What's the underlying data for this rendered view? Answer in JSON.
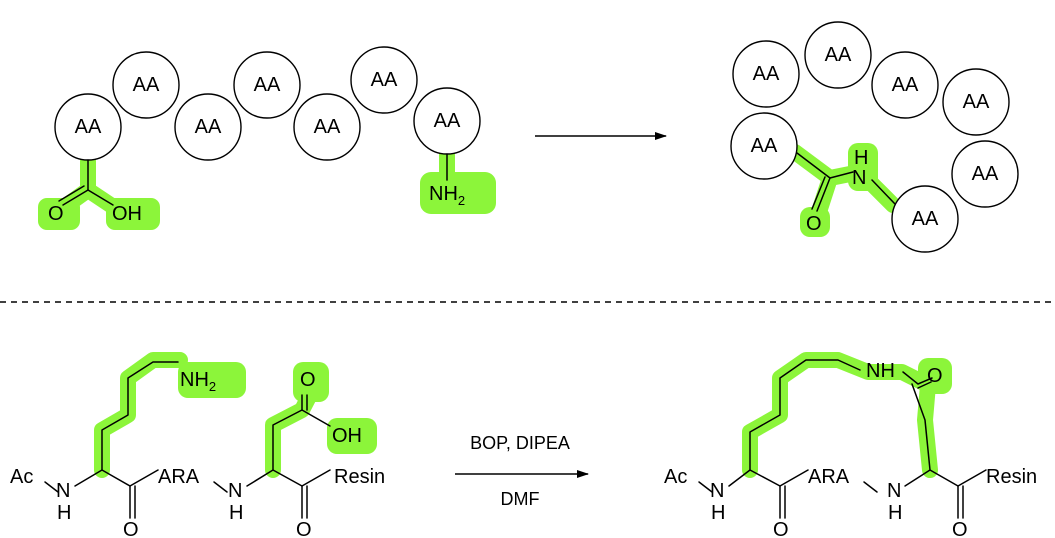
{
  "colors": {
    "highlight": "#8cf53a",
    "line": "#000000"
  },
  "top": {
    "residue_label": "AA",
    "carboxyl_oxygen": "O",
    "hydroxyl": "OH",
    "amine": "NH",
    "amine_subscript": "2",
    "amide_h": "H",
    "amide_n": "N",
    "amide_o": "O"
  },
  "bottom": {
    "acetyl": "Ac",
    "nh_n": "N",
    "nh_h": "H",
    "carbonyl_o": "O",
    "linker": "ARA",
    "resin": "Resin",
    "amine": "NH",
    "amine_subscript": "2",
    "hydroxyl": "OH",
    "acid_o": "O",
    "lactam_nh": "NH",
    "lactam_o": "O"
  },
  "reagents": {
    "above_arrow": "BOP, DIPEA",
    "below_arrow": "DMF"
  }
}
